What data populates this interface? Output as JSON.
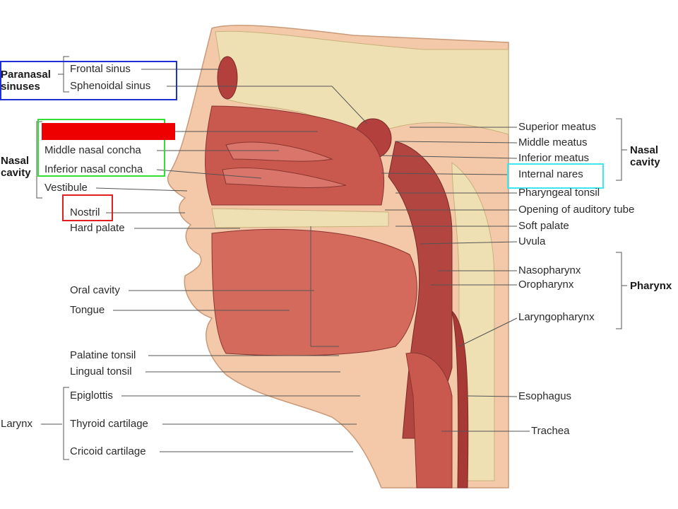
{
  "colors": {
    "box_paranasal": "#1f2fd6",
    "box_nasal_concha": "#33dd33",
    "box_nostril": "#e02020",
    "box_internal_nares": "#3ee6ee",
    "redaction": "#ee0000",
    "tissue": "#c9584e",
    "bone": "#efe0b4",
    "skin": "#f3c9a9",
    "leader_line": "#555555"
  },
  "groups": {
    "paranasal": [
      "Paranasal",
      "sinuses"
    ],
    "nasal_left": [
      "Nasal",
      "cavity"
    ],
    "nasal_right": [
      "Nasal",
      "cavity"
    ],
    "pharynx": "Pharynx",
    "larynx": "Larynx"
  },
  "labels_left": {
    "frontal_sinus": "Frontal sinus",
    "sphenoidal_sinus": "Sphenoidal sinus",
    "middle_nasal_concha": "Middle nasal concha",
    "inferior_nasal_concha": "Inferior nasal concha",
    "vestibule": "Vestibule",
    "nostril": "Nostril",
    "hard_palate": "Hard palate",
    "oral_cavity": "Oral cavity",
    "tongue": "Tongue",
    "palatine_tonsil": "Palatine tonsil",
    "lingual_tonsil": "Lingual tonsil",
    "epiglottis": "Epiglottis",
    "thyroid_cartilage": "Thyroid cartilage",
    "cricoid_cartilage": "Cricoid cartilage"
  },
  "labels_right": {
    "superior_meatus": "Superior meatus",
    "middle_meatus": "Middle meatus",
    "inferior_meatus": "Inferior meatus",
    "internal_nares": "Internal nares",
    "pharyngeal_tonsil": "Pharyngeal tonsil",
    "opening_auditory_tube": "Opening of auditory tube",
    "soft_palate": "Soft palate",
    "uvula": "Uvula",
    "nasopharynx": "Nasopharynx",
    "oropharynx": "Oropharynx",
    "laryngopharynx": "Laryngopharynx",
    "esophagus": "Esophagus",
    "trachea": "Trachea"
  }
}
